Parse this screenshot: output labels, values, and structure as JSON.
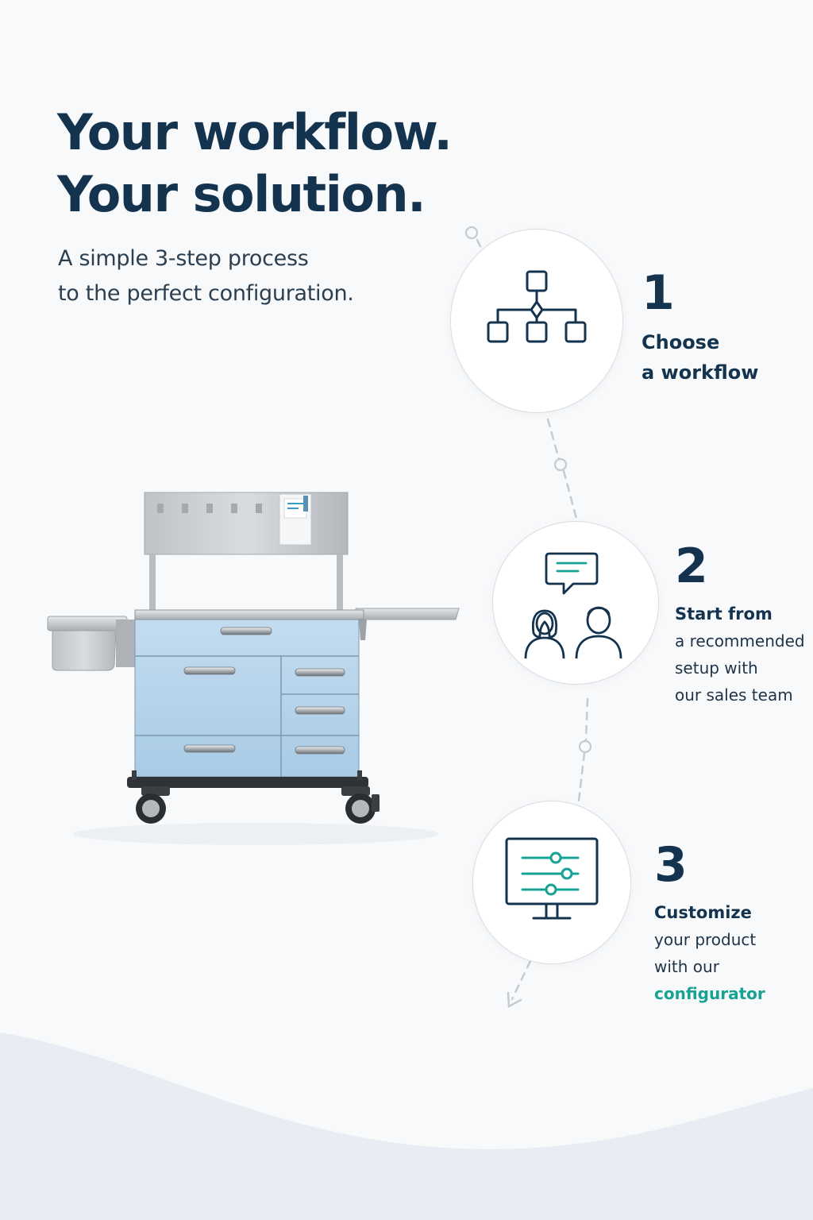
{
  "hero": {
    "title_line1": "Your workflow.",
    "title_line2": "Your solution.",
    "subtitle_line1": "A simple 3-step process",
    "subtitle_line2": "to the perfect configuration."
  },
  "steps": [
    {
      "number": "1",
      "title_line1": "Choose",
      "title_line2": "a workflow",
      "icon": "workflow-hierarchy-icon"
    },
    {
      "number": "2",
      "title": "Start from",
      "desc_line1": "a recommended",
      "desc_line2": "setup with",
      "desc_line3": "our sales team",
      "icon": "sales-team-chat-icon"
    },
    {
      "number": "3",
      "title": "Customize",
      "desc_line1": "your product",
      "desc_line2": "with our",
      "accent_word": "configurator",
      "icon": "configurator-monitor-icon"
    }
  ],
  "colors": {
    "navy": "#14334f",
    "teal_accent": "#17a394",
    "cart_blue": "#b6d3ea",
    "background": "#f8f9fa"
  },
  "product_image": "medical-cart-illustration"
}
